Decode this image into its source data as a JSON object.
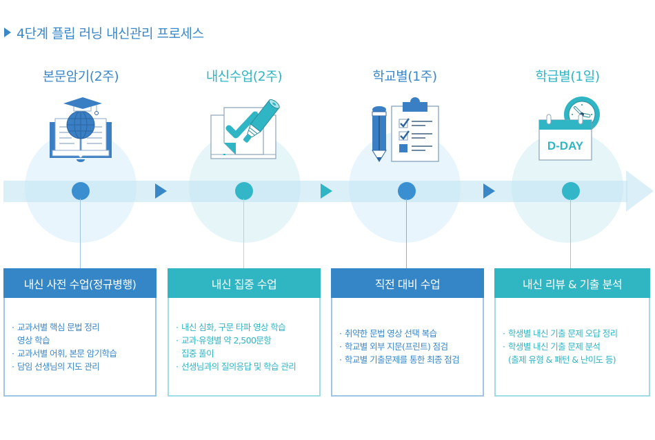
{
  "title": "4단계 플립 러닝 내신관리 프로세스",
  "colors": {
    "blue": "#3a87c8",
    "teal": "#2fb5c4",
    "blue_border": "#9cc6e3",
    "teal_border": "#9ddde3"
  },
  "phases": [
    {
      "heading": "본문암기(2주)",
      "icon": "graduation-book-globe-icon",
      "box_title": "내신 사전 수업(정규병행)",
      "items": [
        "교과서별 핵심 문법 정리",
        "영상 학습",
        "교과서별 어휘, 본문 암기학습",
        "담임 선생님의 지도 관리"
      ]
    },
    {
      "heading": "내신수업(2주)",
      "icon": "checkmark-marker-icon",
      "box_title": "내신 집중 수업",
      "items": [
        "내신 심화, 구문 타파 영상 학습",
        "교과·유형별 약 2,500문항",
        "집중 풀이",
        "선생님과의 질의응답 및 학습 관리"
      ]
    },
    {
      "heading": "학교별(1주)",
      "icon": "pencil-checklist-icon",
      "box_title": "직전 대비 수업",
      "items": [
        "취약한 문법 영상 선택 복습",
        "학교별 외부 지문(프린트) 점검",
        "학교별 기출문제를 통한 최종 점검"
      ]
    },
    {
      "heading": "학급별(1일)",
      "icon": "dday-calendar-clock-icon",
      "calendar_label": "D-DAY",
      "box_title": "내신 리뷰 & 기출 분석",
      "items": [
        "학생별 내신 기출 문제 오답 정리",
        "학생별 내신 기출 문제 분석",
        "(출제 유형 & 패턴 & 난이도 등)"
      ]
    }
  ]
}
